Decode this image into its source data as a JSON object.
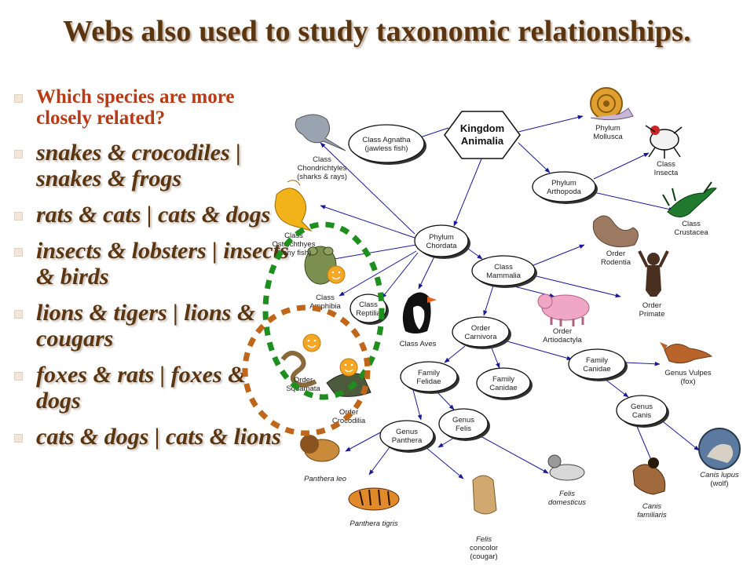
{
  "title": "Webs also used to study taxonomic relationships.",
  "bullets": [
    {
      "text": "Which species are more closely related?",
      "style": "question"
    },
    {
      "text": "snakes & crocodiles | snakes & frogs",
      "style": "answer"
    },
    {
      "text": "rats & cats | cats & dogs",
      "style": "answer"
    },
    {
      "text": "insects & lobsters | insects & birds",
      "style": "answer"
    },
    {
      "text": "lions & tigers | lions & cougars",
      "style": "answer"
    },
    {
      "text": "foxes & rats | foxes & dogs",
      "style": "answer"
    },
    {
      "text": "cats & dogs | cats & lions",
      "style": "answer"
    }
  ],
  "diagram": {
    "kingdom": [
      "Kingdom",
      "Animalia"
    ],
    "nodes": {
      "agnatha": [
        "Class Agnatha",
        "(jawless fish)"
      ],
      "chordata": [
        "Phylum",
        "Chordata"
      ],
      "arthropoda": [
        "Phylum",
        "Arthopoda"
      ],
      "mammalia": [
        "Class",
        "Mammalia"
      ],
      "reptilia": [
        "Class",
        "Reptilia"
      ],
      "carnivora": [
        "Order",
        "Carnivora"
      ],
      "felidae": [
        "Family",
        "Felidae"
      ],
      "canidae_l": [
        "Family",
        "Canidae"
      ],
      "canidae_r": [
        "Family",
        "Canidae"
      ],
      "felis": [
        "Genus",
        "Felis"
      ],
      "panthera": [
        "Genus",
        "Panthera"
      ],
      "canis": [
        "Genus",
        "Canis"
      ]
    },
    "labels": {
      "mollusca": [
        "Phylum",
        "Mollusca"
      ],
      "insecta": [
        "Class",
        "Insecta"
      ],
      "crustacea": [
        "Class",
        "Crustacea"
      ],
      "chondrichtyles": [
        "Class",
        "Chondrichtyles",
        "(sharks & rays)"
      ],
      "osteichthyes": [
        "Class",
        "Osteichthyes",
        "(bony fish)"
      ],
      "amphibia": [
        "Class",
        "Amphibia"
      ],
      "aves": [
        "Class Aves"
      ],
      "squamata": [
        "Order",
        "Squamata"
      ],
      "crocodilia": [
        "Order",
        "Crocodilia"
      ],
      "rodentia": [
        "Order",
        "Rodentia"
      ],
      "primate": [
        "Order",
        "Primate"
      ],
      "artiodactyla": [
        "Order",
        "Artiodactyla"
      ],
      "vulpes": [
        "Genus Vulpes",
        "(fox)"
      ],
      "panthera_leo": [
        "Panthera leo"
      ],
      "panthera_tigris": [
        "Panthera tigris"
      ],
      "felis_domesticus": [
        "Felis",
        "domesticus"
      ],
      "felis_concolor": [
        "Felis",
        "concolor",
        "(cougar)"
      ],
      "canis_familiaris": [
        "Canis",
        "familiaris"
      ],
      "canis_lupus": [
        "Canis lupus",
        "(wolf)"
      ]
    },
    "colors": {
      "arrow": "#1a1a99",
      "green_circle": "#1e8f1e",
      "brown_circle": "#c0661a",
      "smiley": "#f5a623",
      "title": "#5a3510",
      "question": "#b83a16"
    }
  }
}
